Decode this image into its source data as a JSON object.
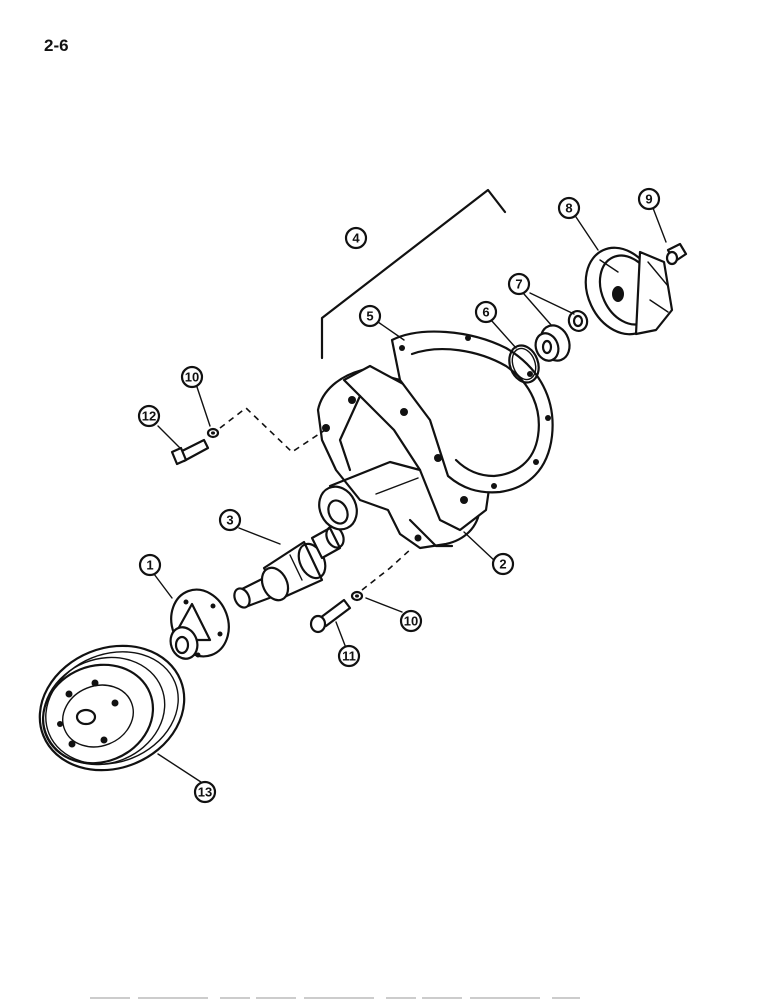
{
  "page_number": "2-6",
  "callouts": [
    {
      "id": "part-1",
      "label": "1"
    },
    {
      "id": "part-2",
      "label": "2"
    },
    {
      "id": "part-3",
      "label": "3"
    },
    {
      "id": "part-4",
      "label": "4"
    },
    {
      "id": "part-5",
      "label": "5"
    },
    {
      "id": "part-6",
      "label": "6"
    },
    {
      "id": "part-7",
      "label": "7"
    },
    {
      "id": "part-8",
      "label": "8"
    },
    {
      "id": "part-9",
      "label": "9"
    },
    {
      "id": "part-10a",
      "label": "10"
    },
    {
      "id": "part-10b",
      "label": "10"
    },
    {
      "id": "part-11",
      "label": "11"
    },
    {
      "id": "part-12",
      "label": "12"
    },
    {
      "id": "part-13",
      "label": "13"
    }
  ]
}
